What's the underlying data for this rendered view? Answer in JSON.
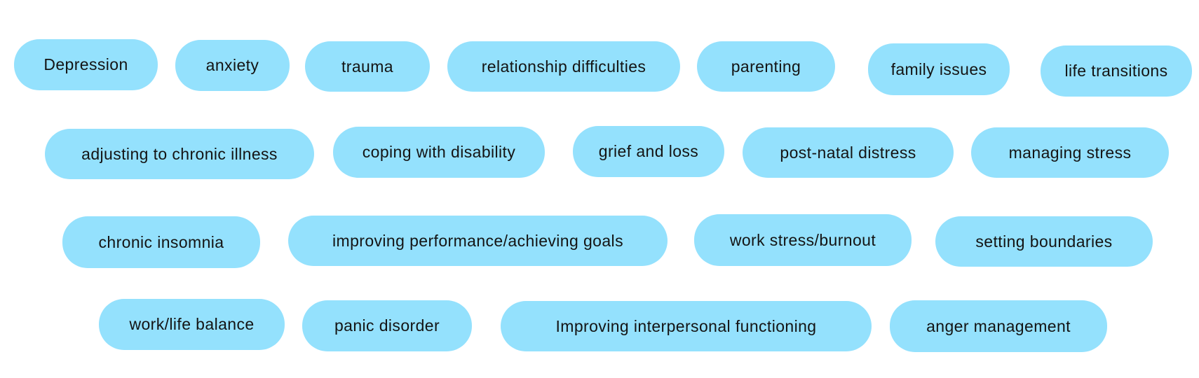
{
  "colors": {
    "pill_background": "#94e1fd",
    "text": "#141414",
    "page_background": "#ffffff"
  },
  "tags": [
    {
      "label": "Depression"
    },
    {
      "label": "anxiety"
    },
    {
      "label": "trauma"
    },
    {
      "label": "relationship difficulties"
    },
    {
      "label": "parenting"
    },
    {
      "label": "family issues"
    },
    {
      "label": "life transitions"
    },
    {
      "label": "adjusting to chronic illness"
    },
    {
      "label": "coping with disability"
    },
    {
      "label": "grief and loss"
    },
    {
      "label": "post-natal distress"
    },
    {
      "label": "managing stress"
    },
    {
      "label": "chronic insomnia"
    },
    {
      "label": "improving performance/achieving goals"
    },
    {
      "label": "work stress/burnout"
    },
    {
      "label": "setting boundaries"
    },
    {
      "label": "work/life balance"
    },
    {
      "label": "panic disorder"
    },
    {
      "label": "Improving interpersonal functioning"
    },
    {
      "label": "anger management"
    }
  ]
}
